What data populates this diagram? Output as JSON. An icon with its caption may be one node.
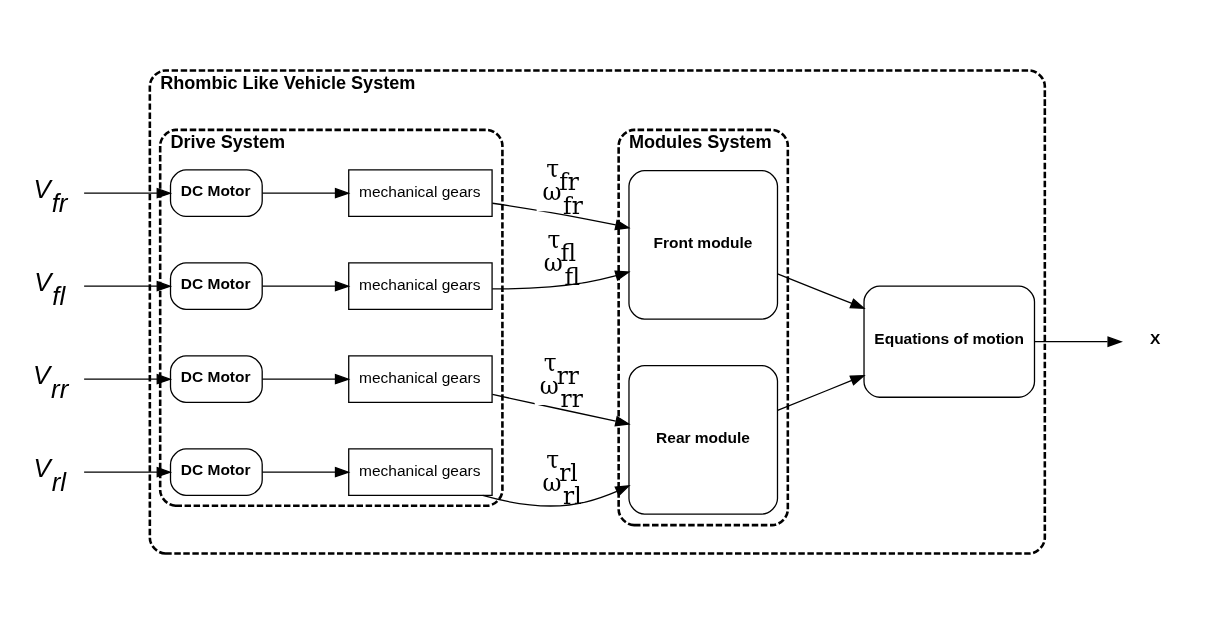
{
  "diagram": {
    "nodes": [
      {
        "text": [
          "Rhombic Like Vehicle System"
        ]
      },
      {
        "text": [
          "Drive System"
        ],
        "in": 0
      },
      {
        "text": [
          "DC Motor"
        ],
        "in": 1
      },
      {
        "text": [
          "mechanical gears"
        ],
        "in": 1
      },
      {
        "text": [
          "DC Motor"
        ],
        "in": 1
      },
      {
        "text": [
          "mechanical gears"
        ],
        "in": 1
      },
      {
        "text": [
          "DC Motor"
        ],
        "in": 1
      },
      {
        "text": [
          "mechanical gears"
        ],
        "in": 1
      },
      {
        "text": [
          "DC Motor"
        ],
        "in": 1
      },
      {
        "text": [
          "mechanical gears"
        ],
        "in": 1
      },
      {
        "text": [
          "Modules System"
        ],
        "in": 0
      },
      {
        "text": [
          "Front module"
        ],
        "in": 10
      },
      {
        "text": [
          "Rear module"
        ],
        "in": 10
      },
      {
        "text": [
          "Equations of motion"
        ],
        "in": 0
      },
      {
        "text": [
          "V$_{fr}$"
        ]
      },
      {
        "text": [
          "V$_{fl}$"
        ]
      },
      {
        "text": [
          "V$_{rr}$"
        ]
      },
      {
        "text": [
          "V$_{rl}$"
        ]
      },
      {
        "text": [
          "X"
        ]
      }
    ],
    "edges": [
      {
        "from": 14,
        "to": 2,
        "arrow": "to"
      },
      {
        "from": 2,
        "to": 3,
        "arrow": "to"
      },
      {
        "from": 3,
        "to": 11,
        "arrow": "to",
        "label": "τ$_{fr}$ ω$_{fr}$"
      },
      {
        "from": 15,
        "to": 4,
        "arrow": "to"
      },
      {
        "from": 4,
        "to": 5,
        "arrow": "to"
      },
      {
        "from": 5,
        "to": 11,
        "arrow": "to",
        "label": "τ$_{fl}$ ω$_{fl}$"
      },
      {
        "from": 16,
        "to": 6,
        "arrow": "to"
      },
      {
        "from": 6,
        "to": 7,
        "arrow": "to"
      },
      {
        "from": 7,
        "to": 12,
        "arrow": "to",
        "label": "τ$_{rr}$ ω$_{rr}$"
      },
      {
        "from": 17,
        "to": 8,
        "arrow": "to"
      },
      {
        "from": 8,
        "to": 9,
        "arrow": "to"
      },
      {
        "from": 9,
        "to": 12,
        "arrow": "to",
        "label": "τ$_{rl}$ ω$_{rl}$"
      },
      {
        "from": 11,
        "to": 13,
        "arrow": "to"
      },
      {
        "from": 12,
        "to": 13,
        "arrow": "to"
      },
      {
        "from": 13,
        "to": 18,
        "arrow": "to"
      }
    ]
  }
}
